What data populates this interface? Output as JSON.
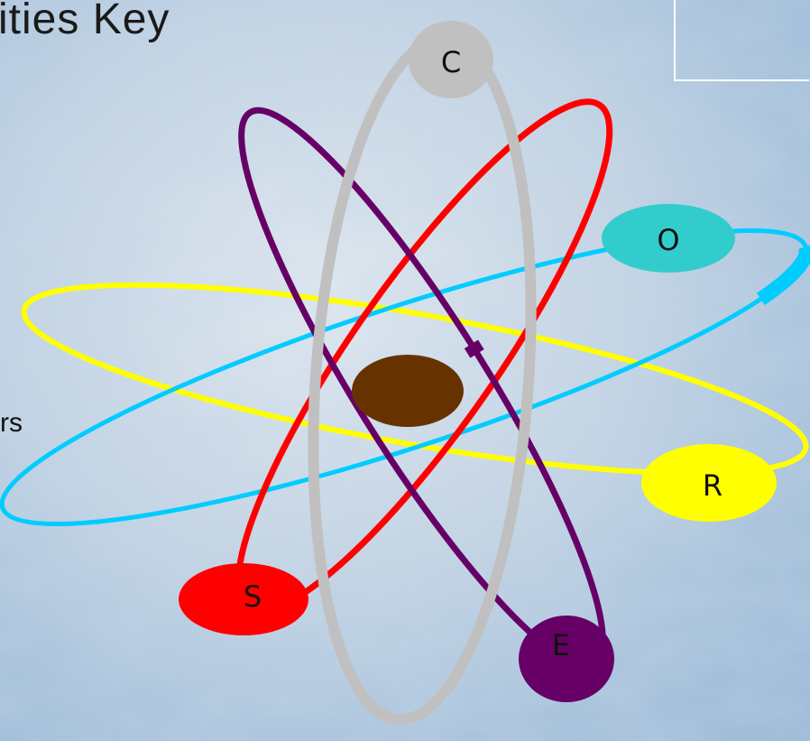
{
  "title": "ities Key",
  "side_text": "rs",
  "nucleus": {
    "color": "#663300"
  },
  "nodes": [
    {
      "id": "c",
      "label": "C",
      "color": "#c0c0c0"
    },
    {
      "id": "o",
      "label": "O",
      "color": "#33cccc"
    },
    {
      "id": "r",
      "label": "R",
      "color": "#ffff00"
    },
    {
      "id": "e",
      "label": "E",
      "color": "#660066"
    },
    {
      "id": "s",
      "label": "S",
      "color": "#ff0000"
    }
  ],
  "orbit_colors": {
    "gray": "#c0c0c0",
    "red": "#ff0000",
    "purple": "#660066",
    "yellow": "#ffff00",
    "cyan": "#00ccff"
  }
}
